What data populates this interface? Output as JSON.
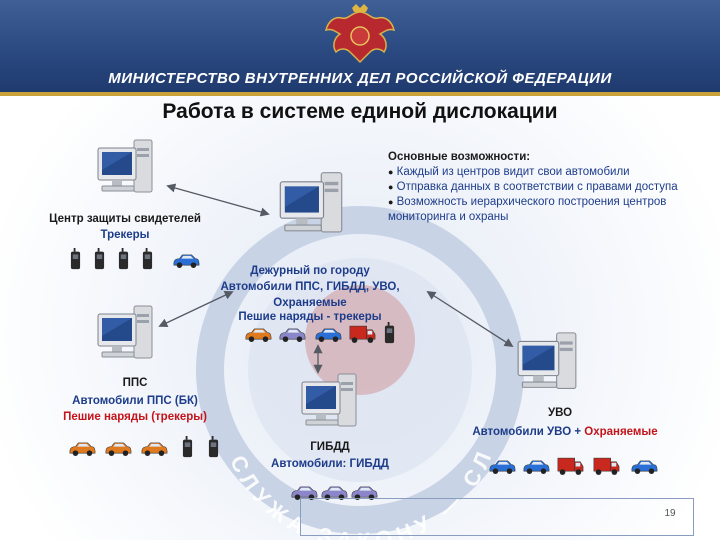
{
  "header": {
    "ministry": "МИНИСТЕРСТВО ВНУТРЕННИХ ДЕЛ РОССИЙСКОЙ ФЕДЕРАЦИИ",
    "title": "Работа в системе единой дислокации"
  },
  "features": {
    "heading": "Основные возможности:",
    "items": [
      "Каждый из центров видит свои автомобили",
      "Отправка данных в соответствии с правами доступа",
      "Возможность иерархического построения центров мониторинга и охраны"
    ]
  },
  "nodes": {
    "witness": {
      "line1": "Центр защиты свидетелей",
      "line2": "Трекеры"
    },
    "duty": {
      "line1": "Дежурный по городу",
      "line2": "Автомобили ППС, ГИБДД, УВО,",
      "line3": "Охраняемые",
      "line4": "Пешие наряды - трекеры"
    },
    "pps": {
      "line1": "ППС",
      "line2": "Автомобили ППС (БК)",
      "line3": "Пешие наряды (трекеры)"
    },
    "gibdd": {
      "line1": "ГИБДД",
      "line2": "Автомобили: ГИБДД"
    },
    "uvo": {
      "line1": "УВО",
      "line2a": "Автомобили УВО + ",
      "line2b": "Охраняемые"
    }
  },
  "seal_text": "СЛУЖА ЗАКОНУ — СЛУЖИМ НАРОДУ",
  "page_number": "19",
  "colors": {
    "banner": "#2b4a82",
    "label_blue": "#1d3c8a",
    "label_red": "#c3141a",
    "car_orange": "#e07a1f",
    "car_blue": "#2a6fd6",
    "car_lilac": "#8b86c9",
    "truck_red": "#c8281e",
    "tracker": "#2a2a2a"
  }
}
